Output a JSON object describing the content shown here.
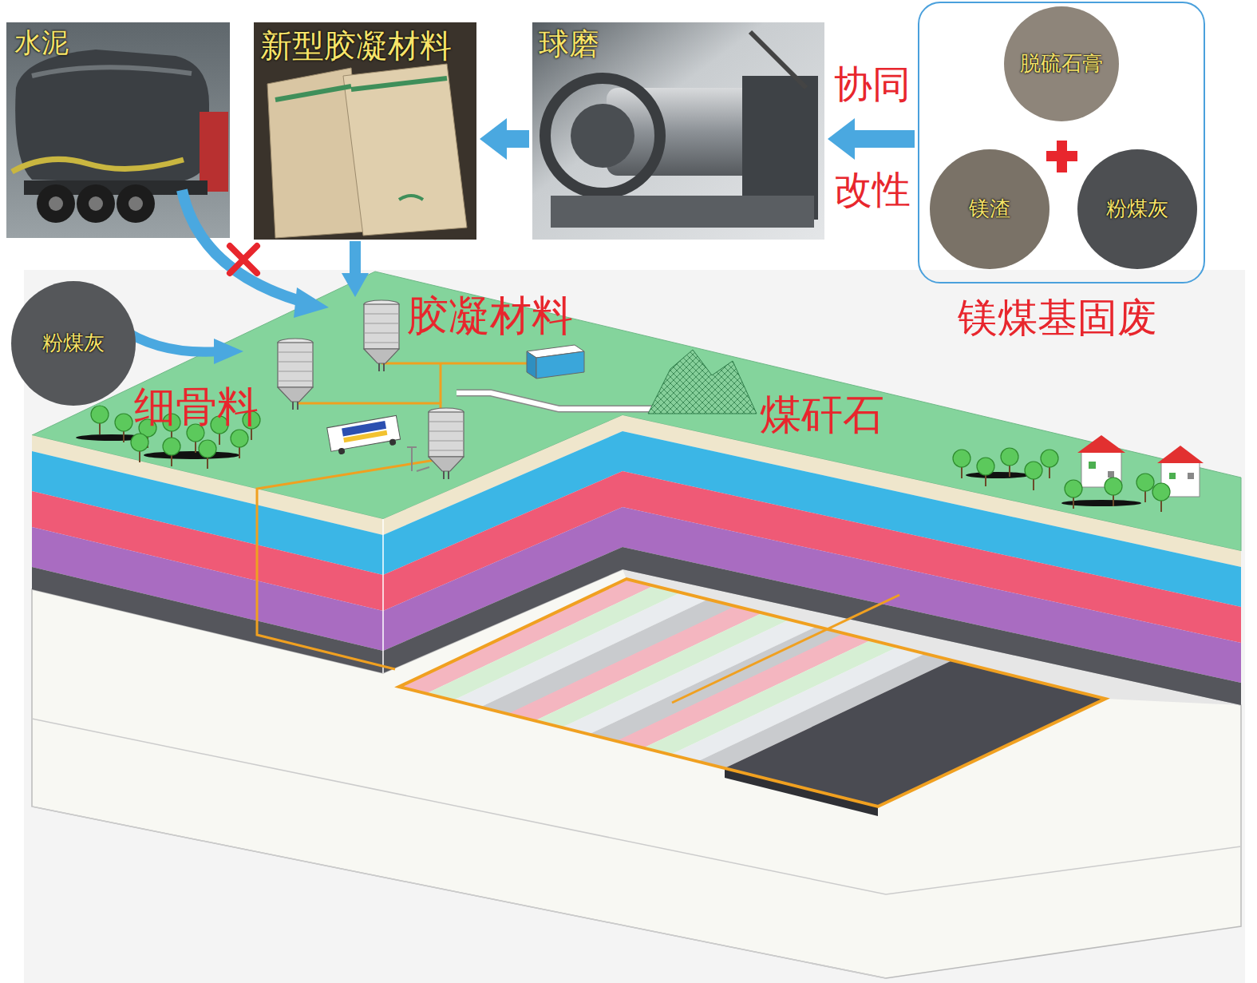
{
  "diagram": {
    "nodes": [
      {
        "text": [
          "水泥"
        ]
      },
      {
        "text": [
          "新型胶凝材料"
        ]
      },
      {
        "text": [
          "球磨"
        ]
      },
      {
        "text": [
          "镁煤基固废"
        ]
      },
      {
        "text": [
          "脱硫石膏"
        ],
        "in": 3
      },
      {
        "text": [
          "镁渣"
        ],
        "in": 3
      },
      {
        "text": [
          "粉煤灰"
        ],
        "in": 3
      },
      {
        "text": [
          "粉煤灰"
        ]
      }
    ],
    "edges": [
      {
        "from": 3,
        "to": 2,
        "arrow": "to"
      },
      {
        "from": 2,
        "to": 1,
        "arrow": "to"
      }
    ],
    "labels": [
      "协同",
      "改性",
      "胶凝材料",
      "细骨料",
      "煤矸石"
    ]
  }
}
